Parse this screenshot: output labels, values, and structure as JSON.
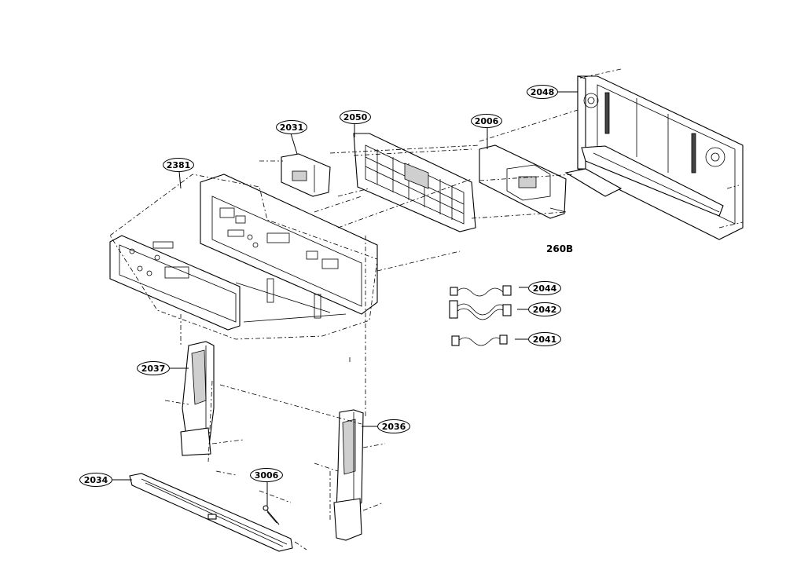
{
  "labels": {
    "p2048": "2048",
    "p2050": "2050",
    "p2031": "2031",
    "p2006": "2006",
    "p2381": "2381",
    "p260B": "260B",
    "p2044": "2044",
    "p2042": "2042",
    "p2041": "2041",
    "p2037": "2037",
    "p2036": "2036",
    "p2034": "2034",
    "p3006": "3006"
  }
}
